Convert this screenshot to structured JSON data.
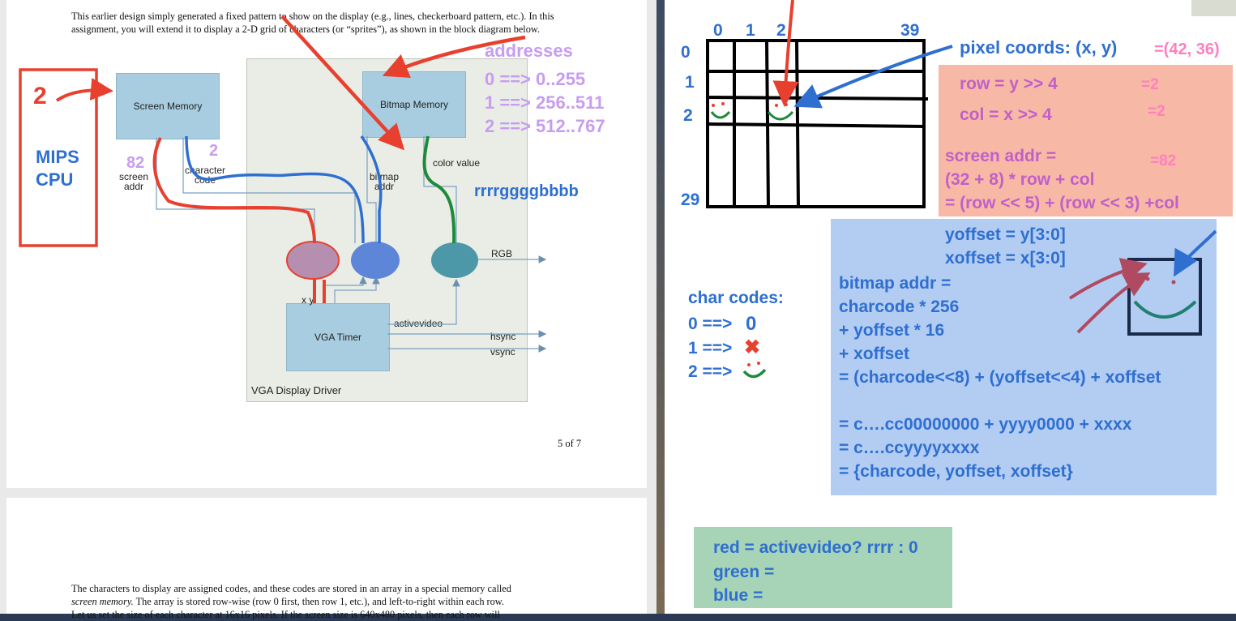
{
  "page1": {
    "paragraph": "This earlier design simply generated a fixed pattern to show on the display (e.g., lines, checkerboard pattern, etc.). In this assignment, you will extend it to display a 2-D grid of characters (or “sprites”), as shown in the block diagram below.",
    "page_number": "5 of 7"
  },
  "diagram": {
    "screen_memory": "Screen Memory",
    "bitmap_memory": "Bitmap Memory",
    "vga_timer": "VGA Timer",
    "driver_label": "VGA Display Driver",
    "screen_addr": "screen addr",
    "character_code": "character code",
    "bitmap_addr": "bitmap addr",
    "color_value": "color value",
    "rgb": "RGB",
    "activevideo": "activevideo",
    "hsync": "hsync",
    "vsync": "vsync",
    "xy": "x  y"
  },
  "annotations_left": {
    "two": "2",
    "mips": "MIPS",
    "cpu": "CPU",
    "eighty_two": "82",
    "code_two": "2",
    "addresses": "addresses",
    "addr_lines": [
      "0 ==> 0..255",
      "1 ==> 256..511",
      "2 ==> 512..767"
    ],
    "color_format": "rrrrggggbbbb"
  },
  "page2": {
    "line1": "The characters to display are assigned codes, and these codes are stored in an array in a special memory called",
    "line2_italic": "screen memory.",
    "line2_rest": "  The array is stored row-wise (row 0 first, then row 1, etc.), and left-to-right within each row.",
    "line3": "Let us set the size of each character at 16x16 pixels.  If the screen size is 640x480 pixels, then each row will"
  },
  "whiteboard": {
    "col_labels": [
      "0",
      "1",
      "2",
      "39"
    ],
    "row_labels": [
      "0",
      "1",
      "2",
      "29"
    ],
    "pixel_coords": "pixel coords:  (x, y)",
    "pixel_value": "=(42, 36)",
    "row_eq": "row = y >> 4",
    "row_val": "=2",
    "col_eq": "col = x >> 4",
    "col_val": "=2",
    "screen_addr_eq": "screen addr =",
    "screen_addr_val": "=82",
    "screen_addr_l2": "(32 + 8) * row + col",
    "screen_addr_l3": "= (row << 5) + (row << 3) +col",
    "yoffset": "yoffset = y[3:0]",
    "xoffset": "xoffset = x[3:0]",
    "bitmap_lines": [
      "bitmap addr =",
      "charcode * 256",
      "+ yoffset * 16",
      "+ xoffset",
      "= (charcode<<8) + (yoffset<<4) + xoffset"
    ],
    "bitmap_lines2": [
      "= c….cc00000000 + yyyy0000 + xxxx",
      "= c….ccyyyyxxxx",
      "= {charcode, yoffset, xoffset}"
    ],
    "char_codes": "char codes:",
    "code_lines": [
      "0 ==>",
      "1 ==>",
      "2 ==>"
    ],
    "code_glyph_0": "0",
    "code_glyph_1": "✖",
    "red_line": "red = activevideo? rrrr : 0",
    "green_line": "green =",
    "blue_line": "blue ="
  },
  "colors": {
    "annotation_red": "#e8402f",
    "annotation_blue": "#2e6fd0",
    "lavender": "#c79df0",
    "pink_box": "#f7b8a6",
    "blue_box": "#b3ccf2",
    "green_box": "#a7d3b6"
  }
}
